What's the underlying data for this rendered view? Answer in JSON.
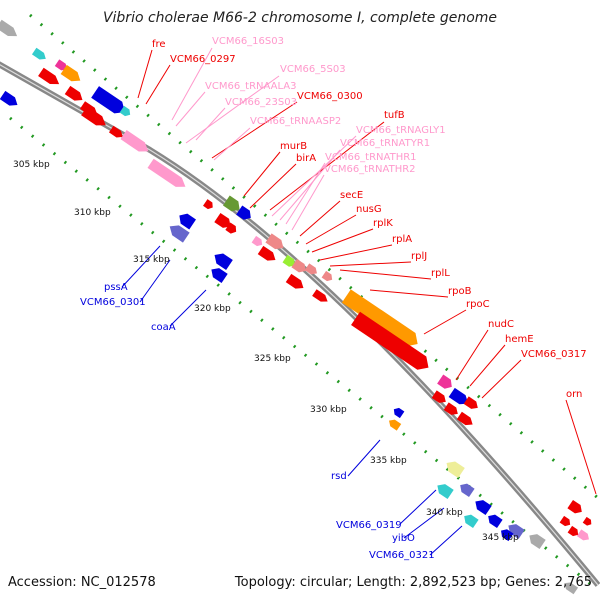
{
  "title": "Vibrio cholerae M66-2 chromosome I, complete genome",
  "accession_text": "Accession: NC_012578",
  "topology_text": "Topology: circular; Length: 2,892,523 bp; Genes: 2,765",
  "colors": {
    "red": "#ee0000",
    "blue": "#0000dd",
    "pink": "#ff99cc",
    "orange": "#ff9900",
    "cyan": "#33cccc",
    "olive": "#669933",
    "slate": "#6666cc",
    "salmon": "#ee8888",
    "khaki": "#eeee99",
    "lime": "#99ee33",
    "magenta": "#ee3399",
    "grey": "#aaaaaa",
    "backbone": "#888888",
    "tick_dots": "#229922"
  },
  "ticks": [
    "305 kbp",
    "310 kbp",
    "315 kbp",
    "320 kbp",
    "325 kbp",
    "330 kbp",
    "335 kbp",
    "340 kbp",
    "345 kbp"
  ],
  "top_labels": [
    {
      "text": "fre",
      "color": "red"
    },
    {
      "text": "VCM66_0297",
      "color": "red"
    },
    {
      "text": "VCM66_16S03",
      "color": "pink"
    },
    {
      "text": "VCM66_5S03",
      "color": "pink"
    },
    {
      "text": "VCM66_tRNAALA3",
      "color": "pink"
    },
    {
      "text": "VCM66_23S03",
      "color": "pink"
    },
    {
      "text": "VCM66_0300",
      "color": "red"
    },
    {
      "text": "VCM66_tRNAASP2",
      "color": "pink"
    },
    {
      "text": "tufB",
      "color": "red"
    },
    {
      "text": "VCM66_tRNAGLY1",
      "color": "pink"
    },
    {
      "text": "VCM66_tRNATYR1",
      "color": "pink"
    },
    {
      "text": "murB",
      "color": "red"
    },
    {
      "text": "VCM66_tRNATHR1",
      "color": "pink"
    },
    {
      "text": "birA",
      "color": "red"
    },
    {
      "text": "VCM66_tRNATHR2",
      "color": "pink"
    },
    {
      "text": "secE",
      "color": "red"
    },
    {
      "text": "nusG",
      "color": "red"
    },
    {
      "text": "rplK",
      "color": "red"
    },
    {
      "text": "rplA",
      "color": "red"
    },
    {
      "text": "rplJ",
      "color": "red"
    },
    {
      "text": "rplL",
      "color": "red"
    },
    {
      "text": "rpoB",
      "color": "red"
    },
    {
      "text": "rpoC",
      "color": "red"
    },
    {
      "text": "nudC",
      "color": "red"
    },
    {
      "text": "hemE",
      "color": "red"
    },
    {
      "text": "VCM66_0317",
      "color": "red"
    },
    {
      "text": "orn",
      "color": "red"
    }
  ],
  "bottom_labels": [
    {
      "text": "pssA",
      "color": "blue"
    },
    {
      "text": "VCM66_0301",
      "color": "blue"
    },
    {
      "text": "coaA",
      "color": "blue"
    },
    {
      "text": "rsd",
      "color": "blue"
    },
    {
      "text": "VCM66_0319",
      "color": "blue"
    },
    {
      "text": "yibO",
      "color": "blue"
    },
    {
      "text": "VCM66_0321",
      "color": "blue"
    }
  ]
}
